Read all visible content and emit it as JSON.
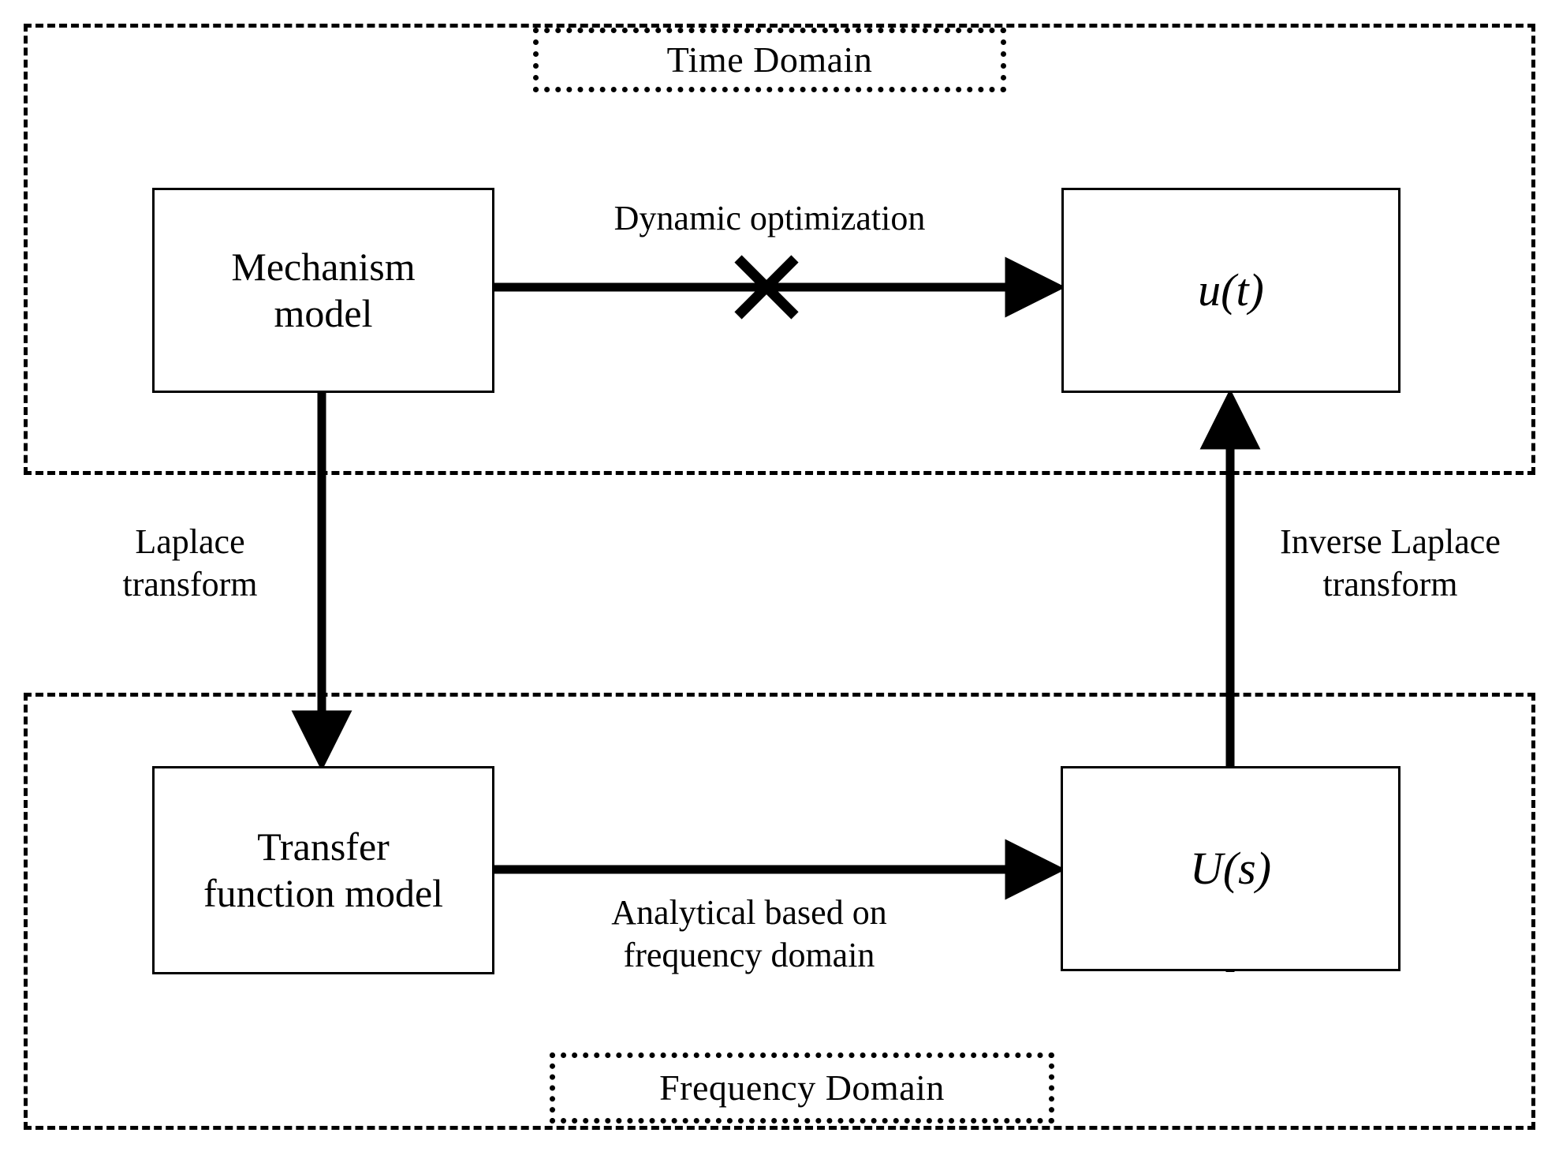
{
  "diagram": {
    "title_regions": {
      "time_domain": {
        "label": "Time Domain"
      },
      "frequency_domain": {
        "label": "Frequency Domain"
      }
    },
    "nodes": {
      "mechanism_model": {
        "label": "Mechanism\nmodel"
      },
      "u_of_t": {
        "label": "u(t)"
      },
      "transfer_function_model": {
        "label": "Transfer\nfunction model"
      },
      "u_of_s": {
        "label": "U(s)"
      }
    },
    "edges": {
      "dynamic_optimization": {
        "label": "Dynamic optimization",
        "from": "mechanism_model",
        "to": "u_of_t",
        "direction": "right",
        "blocked": true,
        "block_marker": "x-mark"
      },
      "laplace_transform": {
        "label": "Laplace\ntransform",
        "from": "mechanism_model",
        "to": "transfer_function_model",
        "direction": "down",
        "blocked": false
      },
      "analytical_frequency": {
        "label": "Analytical based on\nfrequency domain",
        "from": "transfer_function_model",
        "to": "u_of_s",
        "direction": "right",
        "blocked": false
      },
      "inverse_laplace_transform": {
        "label": "Inverse Laplace\ntransform",
        "from": "u_of_s",
        "to": "u_of_t",
        "direction": "up",
        "blocked": false
      }
    },
    "colors": {
      "stroke": "#000000",
      "background": "#ffffff"
    }
  }
}
